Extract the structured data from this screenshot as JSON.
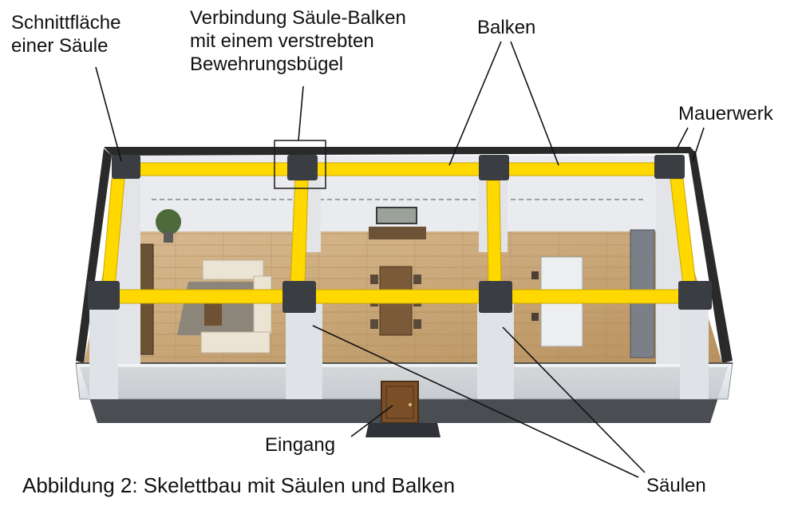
{
  "labels": {
    "column_section": [
      "Schnittfläche",
      "einer Säule"
    ],
    "connection": [
      "Verbindung Säule-Balken",
      "mit einem verstrebten",
      "Bewehrungsbügel"
    ],
    "beams": "Balken",
    "masonry": "Mauerwerk",
    "entrance": "Eingang",
    "columns": "Säulen"
  },
  "caption": "Abbildung 2: Skelettbau mit Säulen und Balken",
  "colors": {
    "beam": "#ffd800",
    "beam_edge": "#c9a800",
    "column_cap": "#3a3d42",
    "column": "#e2e4e8",
    "floor": "#c8a57c",
    "wall": "#2a2a2a",
    "text": "#111111"
  }
}
